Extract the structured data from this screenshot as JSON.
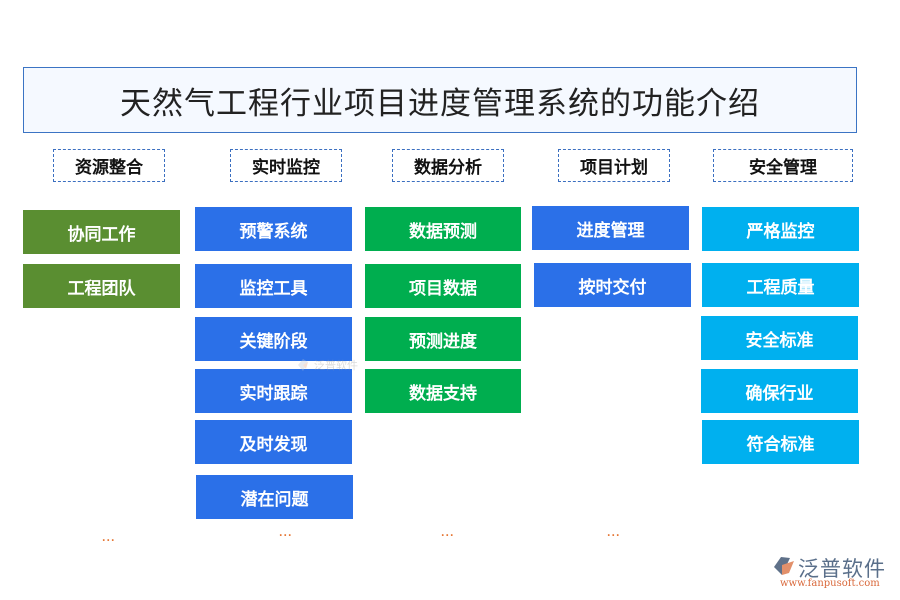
{
  "title": "天然气工程行业项目进度管理系统的功能介绍",
  "colors": {
    "title_border": "#3b74c4",
    "title_bg": "#f5f9ff",
    "category_border": "#3b6fc0",
    "resources": "#5a8e31",
    "monitoring": "#2b70e8",
    "analysis": "#00ae4f",
    "planning": "#2b70e8",
    "safety": "#00b0ef",
    "ellipsis": "#e4702a"
  },
  "columns": [
    {
      "category": "资源整合",
      "items": [
        "协同工作",
        "工程团队"
      ],
      "more": "..."
    },
    {
      "category": "实时监控",
      "items": [
        "预警系统",
        "监控工具",
        "关键阶段",
        "实时跟踪",
        "及时发现",
        "潜在问题"
      ],
      "more": "..."
    },
    {
      "category": "数据分析",
      "items": [
        "数据预测",
        "项目数据",
        "预测进度",
        "数据支持"
      ],
      "more": "..."
    },
    {
      "category": "项目计划",
      "items": [
        "进度管理",
        "按时交付"
      ],
      "more": "..."
    },
    {
      "category": "安全管理",
      "items": [
        "严格监控",
        "工程质量",
        "安全标准",
        "确保行业",
        "符合标准"
      ]
    }
  ],
  "watermark": {
    "center_text": "泛普软件",
    "logo_name": "泛普软件",
    "logo_url": "www.fanpusoft.com"
  }
}
